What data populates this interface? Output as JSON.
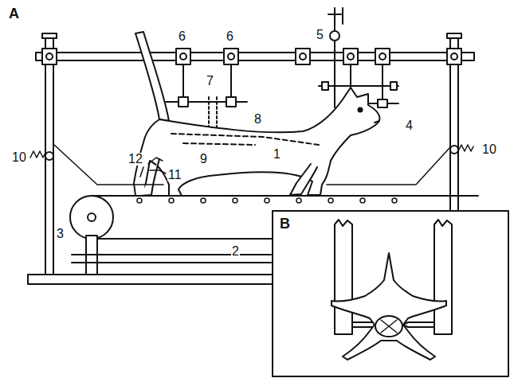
{
  "diagram": {
    "labels": [
      "A",
      "6",
      "6",
      "5",
      "7",
      "8",
      "4",
      "10",
      "10",
      "1",
      "9",
      "12",
      "11",
      "2",
      "3",
      "B"
    ]
  }
}
